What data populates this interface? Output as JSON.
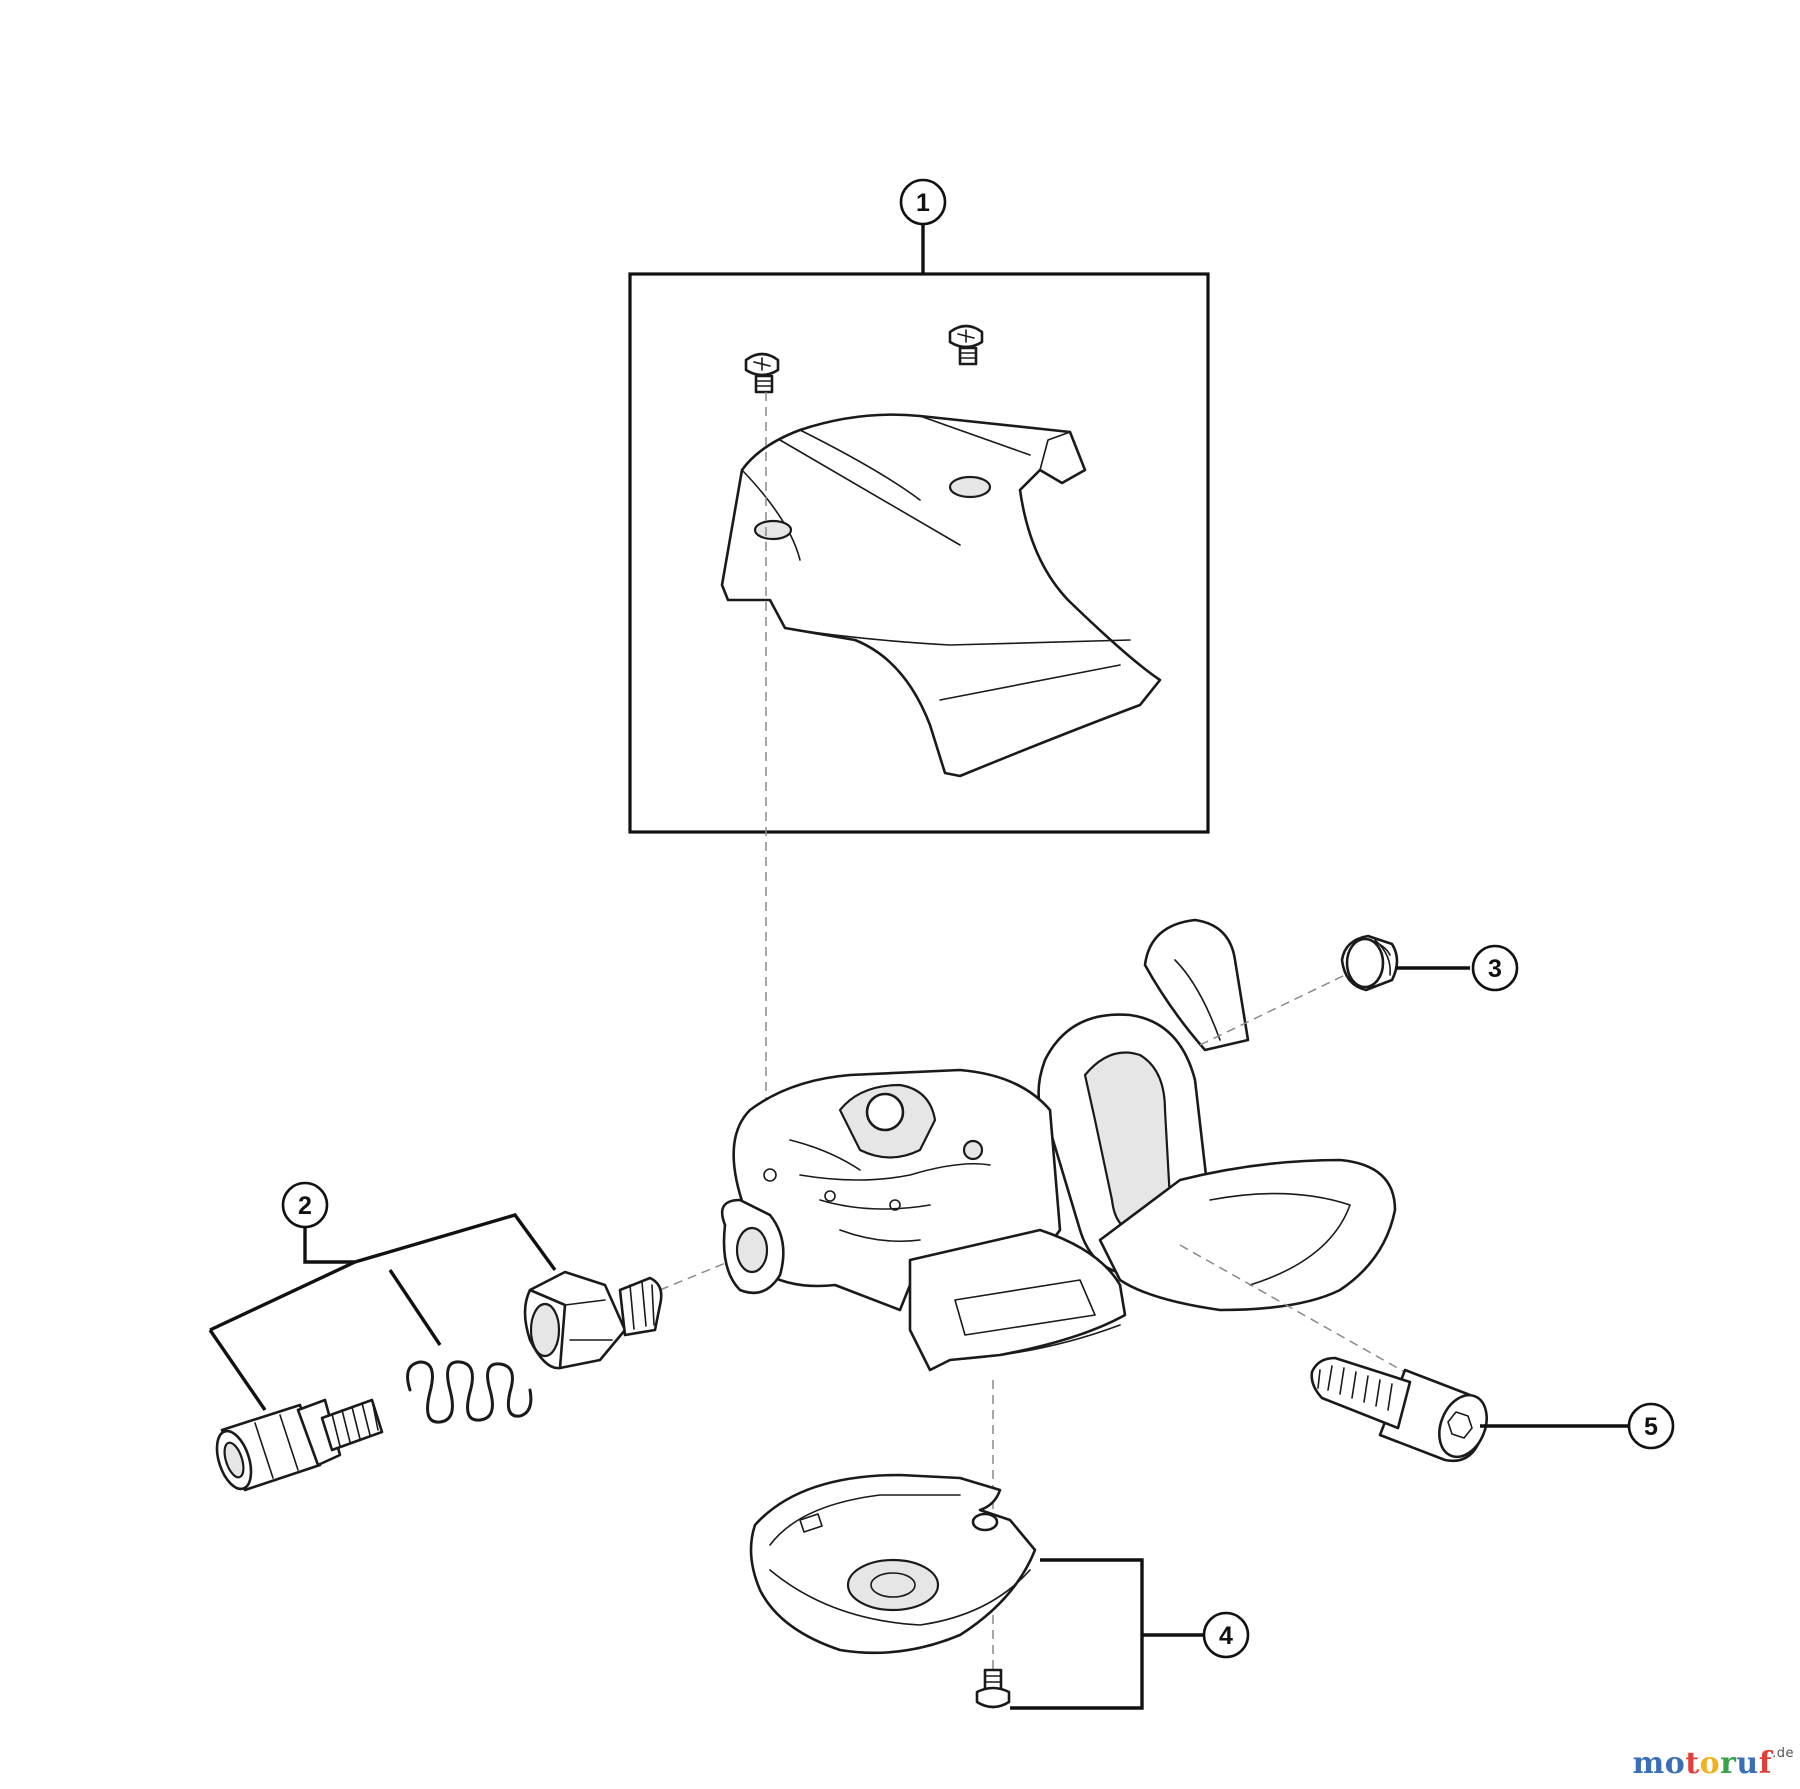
{
  "callouts": {
    "c1": "1",
    "c2": "2",
    "c3": "3",
    "c4": "4",
    "c5": "5"
  },
  "watermark": {
    "text": "motoruf",
    "tld": ".de",
    "letters": [
      "m",
      "o",
      "t",
      "o",
      "r",
      "u",
      "f"
    ],
    "colors": [
      "#3a6fb5",
      "#3a6fb5",
      "#e0403a",
      "#f2b01c",
      "#3aa14a",
      "#3a6fb5",
      "#e0403a"
    ]
  }
}
